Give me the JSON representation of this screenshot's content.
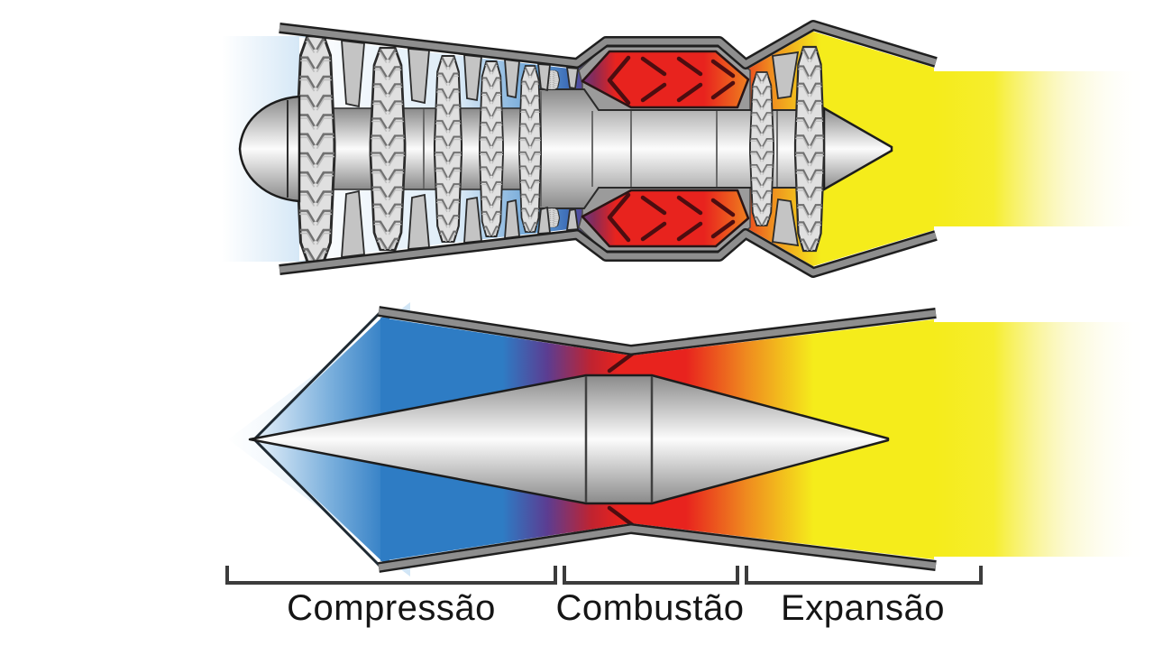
{
  "diagram": {
    "type": "jet-engine-comparison",
    "engines": [
      "turbojet-cutaway",
      "ramjet-cutaway"
    ],
    "labels": {
      "compression": "Compressão",
      "combustion": "Combustão",
      "expansion": "Expansão"
    },
    "palette": {
      "background": "#ffffff",
      "label_text": "#151515",
      "bracket": "#3c3c3c",
      "casing": "#8e8e8e",
      "outline": "#1f1f1f",
      "inlet_blue": "#cfe4f5",
      "flow_blue": "#2e7cc4",
      "transition_purple": "#5b3d92",
      "combustion_red": "#e8231e",
      "flame_dark": "#4d0d10",
      "hot_orange": "#ef8b1f",
      "exhaust_yellow": "#f5ec1b",
      "metal_dark": "#8a8a8a",
      "metal_light": "#fcfcfc",
      "blade_fill": "#e0e0e0",
      "stator_fill": "#c4c4c4"
    }
  }
}
